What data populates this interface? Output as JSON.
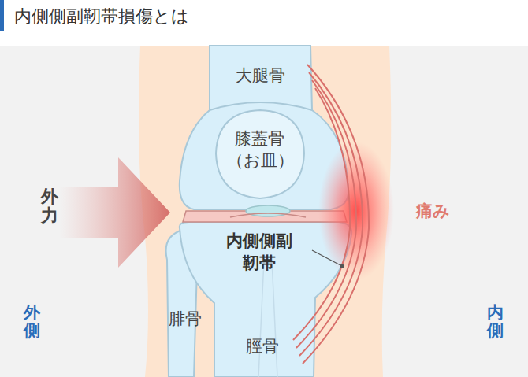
{
  "diagram": {
    "title": "内側側副靭帯損傷とは",
    "labels": [
      "大腿骨",
      "膝蓋骨",
      "（お皿）",
      "外力",
      "痛み",
      "内側側副靭帯",
      "腓骨",
      "脛骨",
      "外側",
      "内側"
    ]
  }
}
